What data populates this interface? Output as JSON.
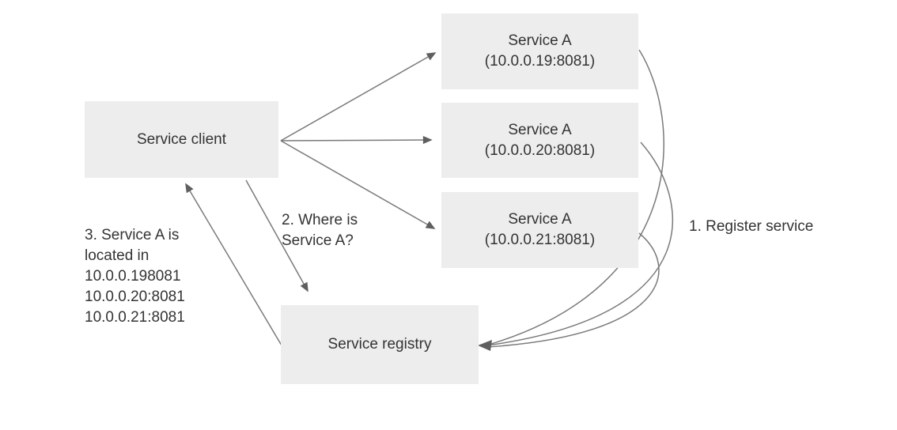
{
  "colors": {
    "background": "#ffffff",
    "node_fill": "#ededed",
    "text": "#333333",
    "arrow_line": "#7a7a7a",
    "arrow_head": "#5f5f5f"
  },
  "nodes": {
    "client": {
      "label": "Service client"
    },
    "service_a_1": {
      "title": "Service A",
      "subtitle": "(10.0.0.19:8081)"
    },
    "service_a_2": {
      "title": "Service A",
      "subtitle": "(10.0.0.20:8081)"
    },
    "service_a_3": {
      "title": "Service A",
      "subtitle": "(10.0.0.21:8081)"
    },
    "registry": {
      "label": "Service registry"
    }
  },
  "annotations": {
    "register_service": "1. Register service",
    "where_is": "2. Where is\nService A?",
    "located_in": "3. Service A is\nlocated in\n10.0.0.198081\n10.0.0.20:8081\n10.0.0.21:8081"
  }
}
